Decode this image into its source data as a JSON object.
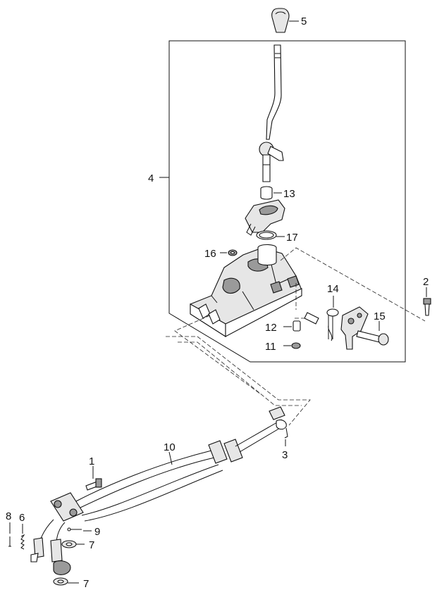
{
  "callouts": {
    "c1": "1",
    "c2": "2",
    "c3": "3",
    "c4": "4",
    "c5": "5",
    "c6": "6",
    "c7a": "7",
    "c7b": "7",
    "c8": "8",
    "c9": "9",
    "c10": "10",
    "c11": "11",
    "c12": "12",
    "c13": "13",
    "c14": "14",
    "c15": "15",
    "c16": "16",
    "c17": "17"
  }
}
